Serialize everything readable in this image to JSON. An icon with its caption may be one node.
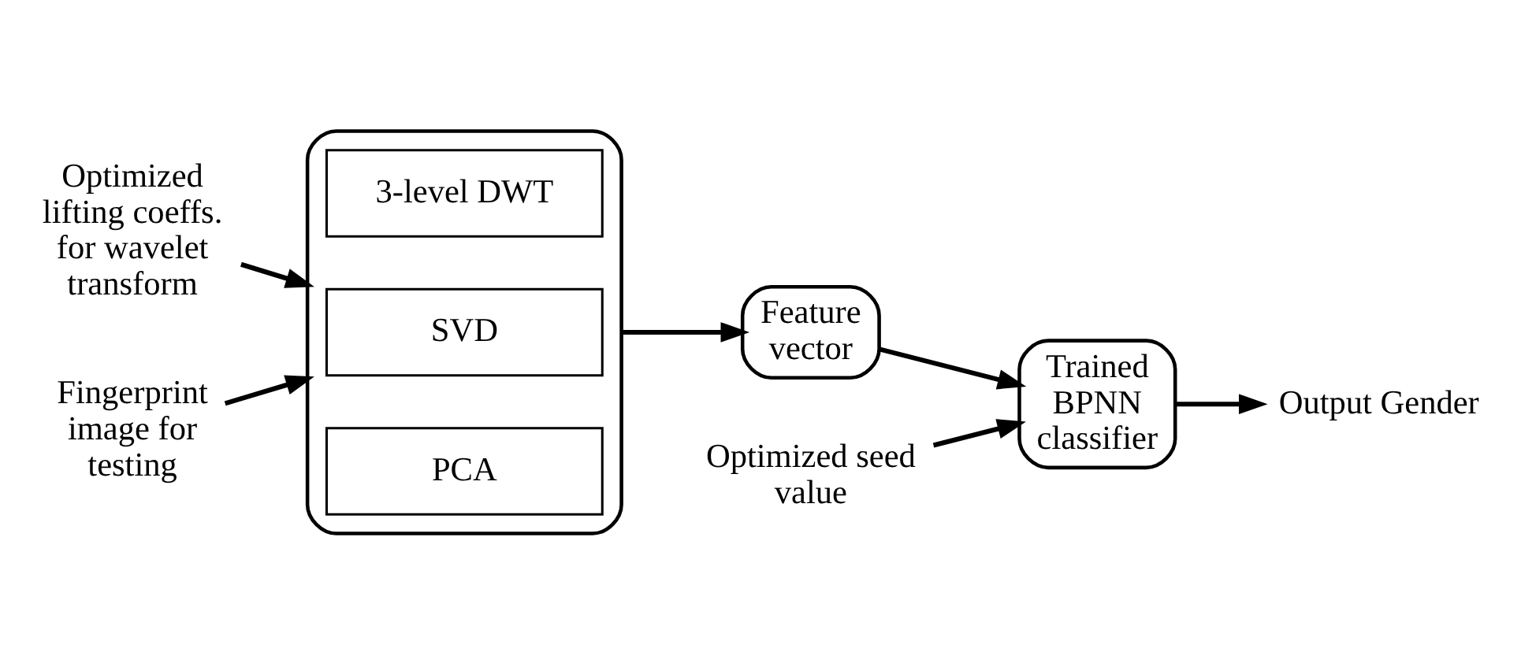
{
  "diagram": {
    "nodes": [
      {
        "text": [
          "Optimized lifting coeffs. for wavelet transform"
        ]
      },
      {
        "text": [
          "Fingerprint image for testing"
        ]
      },
      {
        "text": [],
        "shape": "box"
      },
      {
        "text": [
          "3-level DWT"
        ],
        "in": 2
      },
      {
        "text": [
          "SVD"
        ],
        "in": 2
      },
      {
        "text": [
          "PCA"
        ],
        "in": 2
      },
      {
        "text": [
          "Feature vector"
        ]
      },
      {
        "text": [
          "Optimized seed value"
        ]
      },
      {
        "text": [
          "Trained BPNN classifier"
        ]
      },
      {
        "text": [
          "Output Gender"
        ]
      }
    ],
    "edges": [
      {
        "from": 0,
        "to": 2,
        "arrow": "to"
      },
      {
        "from": 1,
        "to": 2,
        "arrow": "to"
      },
      {
        "from": 2,
        "to": 6,
        "arrow": "to"
      },
      {
        "from": 6,
        "to": 8,
        "arrow": "to"
      },
      {
        "from": 7,
        "to": 8,
        "arrow": "to"
      },
      {
        "from": 8,
        "to": 9,
        "arrow": "to"
      }
    ]
  }
}
